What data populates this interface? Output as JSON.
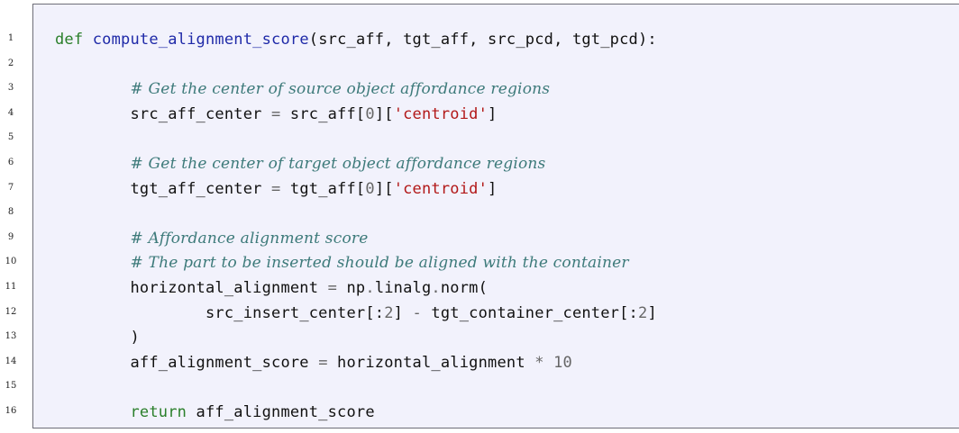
{
  "code": {
    "language": "python",
    "line_numbers": [
      "1",
      "2",
      "3",
      "4",
      "5",
      "6",
      "7",
      "8",
      "9",
      "10",
      "11",
      "12",
      "13",
      "14",
      "15",
      "16"
    ],
    "lines": [
      {
        "n": 1,
        "indent": "",
        "tokens": [
          {
            "t": "kw",
            "v": "def"
          },
          {
            "t": "pl",
            "v": " "
          },
          {
            "t": "fn",
            "v": "compute_alignment_score"
          },
          {
            "t": "pl",
            "v": "(src_aff, tgt_aff, src_pcd, tgt_pcd):"
          }
        ]
      },
      {
        "n": 2,
        "indent": "",
        "tokens": []
      },
      {
        "n": 3,
        "indent": "        ",
        "tokens": [
          {
            "t": "cm",
            "v": "# Get the center of source object affordance regions"
          }
        ]
      },
      {
        "n": 4,
        "indent": "        ",
        "tokens": [
          {
            "t": "pl",
            "v": "src_aff_center "
          },
          {
            "t": "op",
            "v": "="
          },
          {
            "t": "pl",
            "v": " src_aff["
          },
          {
            "t": "num",
            "v": "0"
          },
          {
            "t": "pl",
            "v": "]["
          },
          {
            "t": "st",
            "v": "'centroid'"
          },
          {
            "t": "pl",
            "v": "]"
          }
        ]
      },
      {
        "n": 5,
        "indent": "",
        "tokens": []
      },
      {
        "n": 6,
        "indent": "        ",
        "tokens": [
          {
            "t": "cm",
            "v": "# Get the center of target object affordance regions"
          }
        ]
      },
      {
        "n": 7,
        "indent": "        ",
        "tokens": [
          {
            "t": "pl",
            "v": "tgt_aff_center "
          },
          {
            "t": "op",
            "v": "="
          },
          {
            "t": "pl",
            "v": " tgt_aff["
          },
          {
            "t": "num",
            "v": "0"
          },
          {
            "t": "pl",
            "v": "]["
          },
          {
            "t": "st",
            "v": "'centroid'"
          },
          {
            "t": "pl",
            "v": "]"
          }
        ]
      },
      {
        "n": 8,
        "indent": "",
        "tokens": []
      },
      {
        "n": 9,
        "indent": "        ",
        "tokens": [
          {
            "t": "cm",
            "v": "# Affordance alignment score"
          }
        ]
      },
      {
        "n": 10,
        "indent": "        ",
        "tokens": [
          {
            "t": "cm",
            "v": "# The part to be inserted should be aligned with the container"
          }
        ]
      },
      {
        "n": 11,
        "indent": "        ",
        "tokens": [
          {
            "t": "pl",
            "v": "horizontal_alignment "
          },
          {
            "t": "op",
            "v": "="
          },
          {
            "t": "pl",
            "v": " np"
          },
          {
            "t": "op",
            "v": "."
          },
          {
            "t": "pl",
            "v": "linalg"
          },
          {
            "t": "op",
            "v": "."
          },
          {
            "t": "pl",
            "v": "norm("
          }
        ]
      },
      {
        "n": 12,
        "indent": "                ",
        "tokens": [
          {
            "t": "pl",
            "v": "src_insert_center[:"
          },
          {
            "t": "num",
            "v": "2"
          },
          {
            "t": "pl",
            "v": "] "
          },
          {
            "t": "op",
            "v": "-"
          },
          {
            "t": "pl",
            "v": " tgt_container_center[:"
          },
          {
            "t": "num",
            "v": "2"
          },
          {
            "t": "pl",
            "v": "]"
          }
        ]
      },
      {
        "n": 13,
        "indent": "        ",
        "tokens": [
          {
            "t": "pl",
            "v": ")"
          }
        ]
      },
      {
        "n": 14,
        "indent": "        ",
        "tokens": [
          {
            "t": "pl",
            "v": "aff_alignment_score "
          },
          {
            "t": "op",
            "v": "="
          },
          {
            "t": "pl",
            "v": " horizontal_alignment "
          },
          {
            "t": "op",
            "v": "*"
          },
          {
            "t": "pl",
            "v": " "
          },
          {
            "t": "num",
            "v": "10"
          }
        ]
      },
      {
        "n": 15,
        "indent": "",
        "tokens": []
      },
      {
        "n": 16,
        "indent": "        ",
        "tokens": [
          {
            "t": "kw",
            "v": "return"
          },
          {
            "t": "pl",
            "v": " aff_alignment_score"
          }
        ]
      }
    ]
  },
  "colors": {
    "background": "#f2f2fc",
    "border": "#6e6e78",
    "keyword": "#2a7f2a",
    "function_name": "#1f2aa8",
    "comment": "#3d7a7a",
    "string": "#b21818",
    "number": "#666666"
  }
}
